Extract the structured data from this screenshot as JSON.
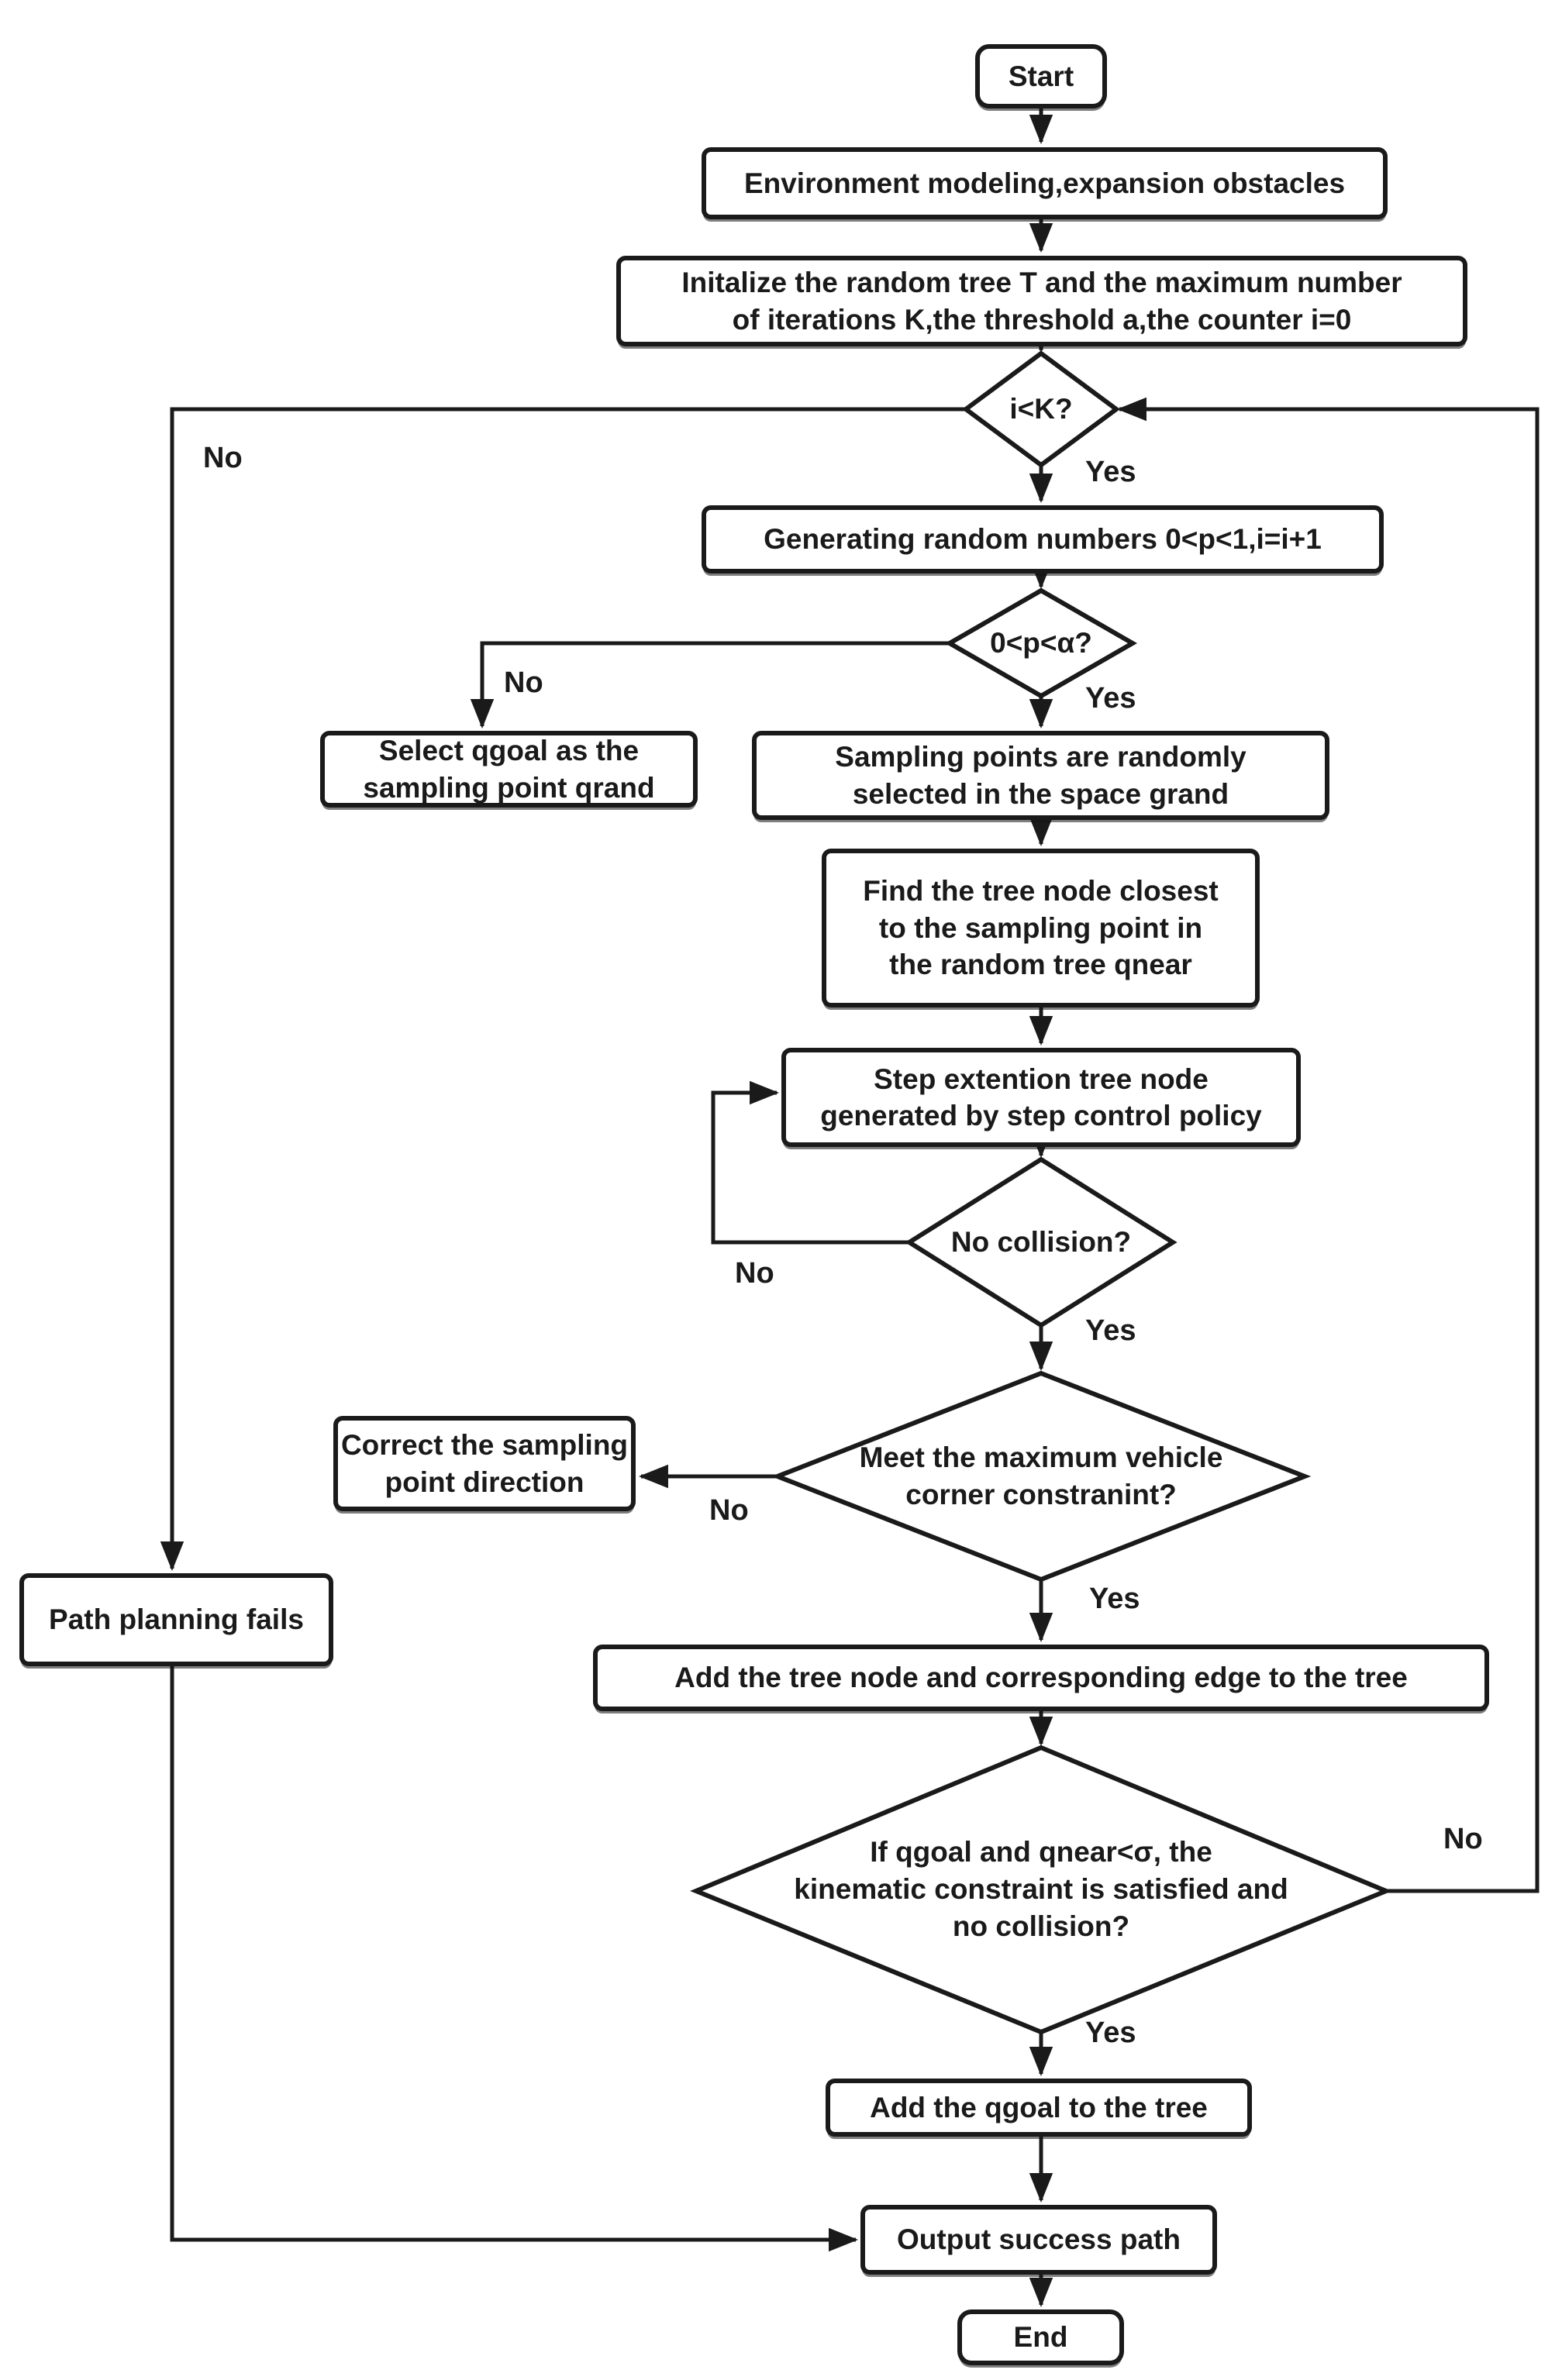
{
  "flowchart": {
    "colors": {
      "stroke": "#1a1a1a",
      "node_fill": "#ffffff",
      "background": "#ffffff"
    },
    "nodes": {
      "start": {
        "label": "Start"
      },
      "environment": {
        "label": "Environment modeling,expansion obstacles"
      },
      "initialize": {
        "lines": [
          "Initalize the random tree T and the maximum number",
          "of iterations K,the threshold a,the counter i=0"
        ]
      },
      "cond_ik": {
        "label": "i<K?"
      },
      "generate": {
        "label": "Generating random numbers 0<p<1,i=i+1"
      },
      "cond_alpha": {
        "label": "0<p<α?"
      },
      "select_qgoal": {
        "lines": [
          "Select qgoal as the",
          "sampling point qrand"
        ]
      },
      "sampling": {
        "lines": [
          "Sampling points are randomly",
          "selected in the space grand"
        ]
      },
      "find_node": {
        "lines": [
          "Find the tree node closest",
          "to the sampling point in",
          "the random tree qnear"
        ]
      },
      "step_ext": {
        "lines": [
          "Step extention tree node",
          "generated by step control policy"
        ]
      },
      "cond_collision": {
        "label": "No collision?"
      },
      "correct": {
        "lines": [
          "Correct the sampling",
          "point direction"
        ]
      },
      "cond_corner": {
        "lines": [
          "Meet the maximum vehicle",
          "corner constranint?"
        ]
      },
      "path_fails": {
        "label": "Path planning fails"
      },
      "add_edge": {
        "label": "Add the tree node and corresponding edge to the tree"
      },
      "cond_goal": {
        "lines": [
          "If qgoal and qnear<σ,  the",
          "kinematic constraint is satisfied and",
          "no collision?"
        ]
      },
      "add_qgoal": {
        "label": "Add the qgoal to the tree"
      },
      "output": {
        "label": "Output success path"
      },
      "end": {
        "label": "End"
      }
    },
    "edge_labels": {
      "ik_yes": "Yes",
      "ik_no": "No",
      "alpha_yes": "Yes",
      "alpha_no": "No",
      "collision_no": "No",
      "collision_yes": "Yes",
      "corner_no": "No",
      "corner_yes": "Yes",
      "goal_yes": "Yes",
      "goal_no": "No"
    }
  }
}
